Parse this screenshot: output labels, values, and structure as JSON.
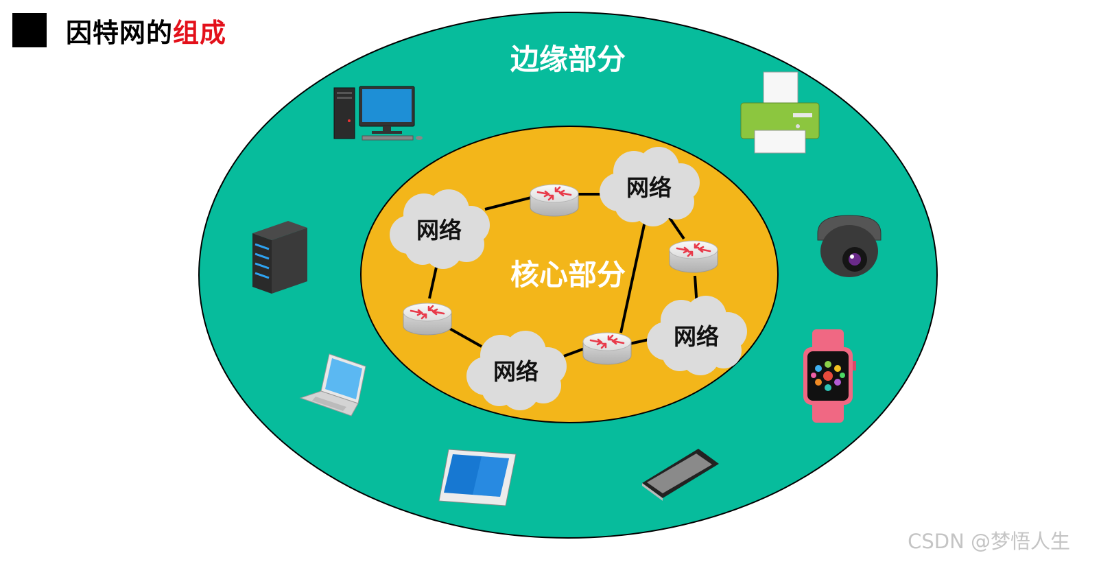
{
  "title": {
    "text": "因特网的",
    "accent": "组成"
  },
  "edge_label": "边缘部分",
  "core_label": "核心部分",
  "network_label": "网络",
  "watermark": "CSDN @梦悟人生",
  "colors": {
    "edge": "#07bc9c",
    "core": "#f3b61a",
    "accent": "#e3101a",
    "cloud": "#dcdcdc",
    "router": "#e7e7e7",
    "router_arrow": "#e83a4a"
  },
  "edge_devices": [
    "desktop-computer",
    "printer",
    "server",
    "camera",
    "laptop",
    "smartwatch",
    "tablet",
    "smartphone"
  ],
  "core_nodes": {
    "networks": [
      "net-left",
      "net-top-right",
      "net-right",
      "net-bottom"
    ],
    "routers": [
      "router-top",
      "router-right",
      "router-left",
      "router-bottom"
    ]
  }
}
